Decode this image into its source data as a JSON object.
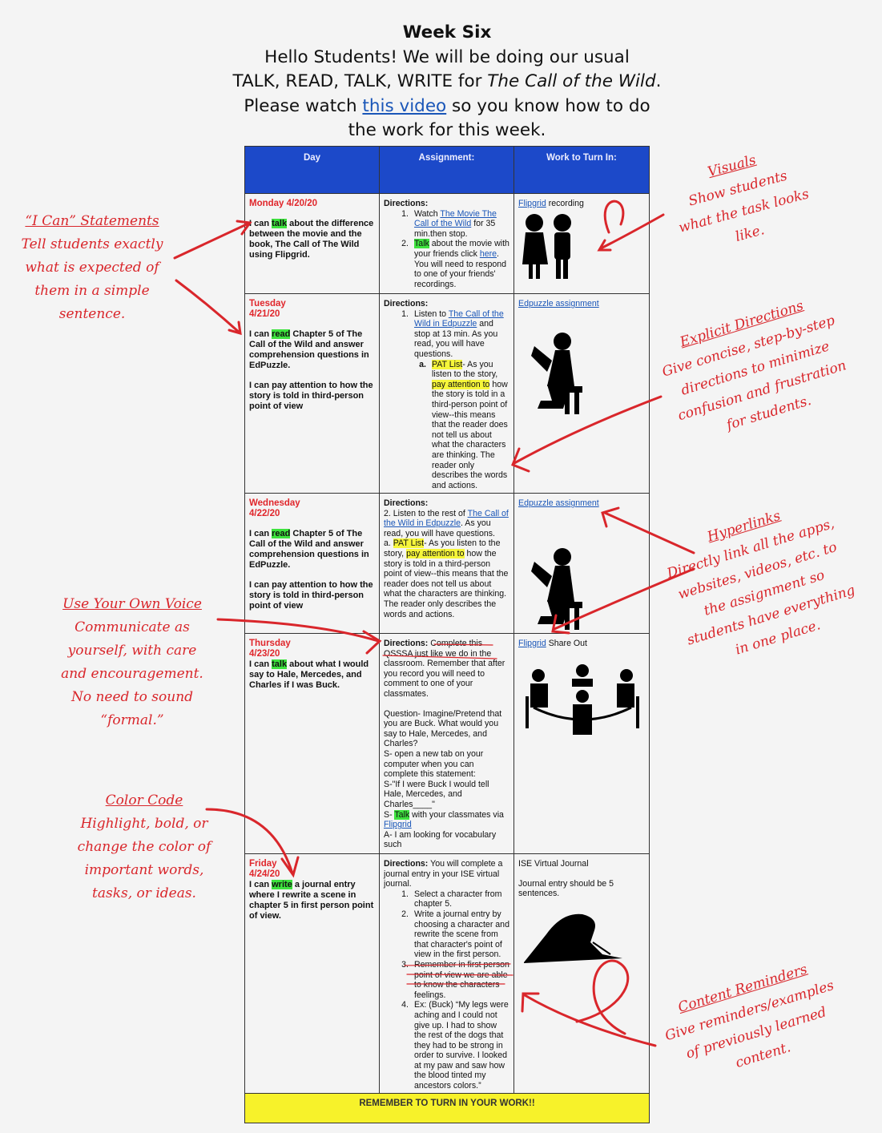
{
  "heading": {
    "title": "Week Six",
    "line1": "Hello Students! We will be doing our usual",
    "line2a": "TALK, READ, TALK, WRITE for ",
    "line2b": "The Call of the Wild",
    "line2c": ".",
    "line3a": "Please watch ",
    "line3link": "this video",
    "line3b": " so you know how to do",
    "line4": "the work for this week."
  },
  "table": {
    "headers": [
      "Day",
      "Assignment:",
      "Work to Turn In:"
    ],
    "footer": "REMEMBER TO TURN IN YOUR WORK!!",
    "rows": [
      {
        "day": "Monday 4/20/20",
        "statements": [
          [
            {
              "t": "I can "
            },
            {
              "t": "talk",
              "s": "hl"
            },
            {
              "t": " about the difference between the movie and the book, The Call of The Wild using Flipgrid."
            }
          ]
        ],
        "assignment": [
          {
            "k": "p",
            "segs": [
              {
                "t": "Directions:",
                "s": "b"
              }
            ]
          },
          {
            "k": "li",
            "n": "1.",
            "segs": [
              {
                "t": "Watch "
              },
              {
                "t": "The Movie The Call of the Wild",
                "s": "lnk"
              },
              {
                "t": " for 35 min.then stop."
              }
            ]
          },
          {
            "k": "li",
            "n": "2.",
            "segs": [
              {
                "t": "Talk",
                "s": "hl"
              },
              {
                "t": " about the movie with your friends click "
              },
              {
                "t": "here",
                "s": "lnk"
              },
              {
                "t": ". You will need to respond to one of your friends' recordings."
              }
            ]
          }
        ],
        "work": [
          {
            "k": "p",
            "segs": [
              {
                "t": "Flipgrid",
                "s": "lnk"
              },
              {
                "t": " recording"
              }
            ]
          }
        ],
        "image": "two-children-silhouette-icon"
      },
      {
        "day": "Tuesday 4/21/20",
        "statements": [
          [
            {
              "t": "I can "
            },
            {
              "t": "read",
              "s": "hl"
            },
            {
              "t": " Chapter 5 of The Call of the Wild and answer comprehension questions in EdPuzzle."
            }
          ],
          [
            {
              "t": "I can pay attention to how the story is told in third-person point of view"
            }
          ]
        ],
        "assignment": [
          {
            "k": "p",
            "segs": [
              {
                "t": "Directions:",
                "s": "b"
              }
            ]
          },
          {
            "k": "li",
            "n": "1.",
            "segs": [
              {
                "t": "Listen to "
              },
              {
                "t": "The Call of the Wild in Edpuzzle",
                "s": "lnk"
              },
              {
                "t": " and stop at 13 min. As you read, you will have questions."
              }
            ]
          },
          {
            "k": "li2",
            "n": "a.",
            "segs": [
              {
                "t": "PAT List",
                "s": "hly"
              },
              {
                "t": "- As you listen to the story, "
              },
              {
                "t": "pay attention to",
                "s": "hly"
              },
              {
                "t": " how the story is told in a third-person point of view--this means that the reader does not tell us about what the characters are thinking. The reader only describes the words and actions."
              }
            ]
          }
        ],
        "work": [
          {
            "k": "p",
            "segs": [
              {
                "t": "Edpuzzle assignment",
                "s": "lnk"
              }
            ]
          }
        ],
        "image": "reading-girl-silhouette-icon"
      },
      {
        "day": "Wednesday 4/22/20",
        "statements": [
          [
            {
              "t": "I can "
            },
            {
              "t": "read",
              "s": "hl"
            },
            {
              "t": " Chapter 5 of The Call of the Wild and answer comprehension questions in EdPuzzle."
            }
          ],
          [
            {
              "t": "I can pay attention to how the story is told in third-person point of view"
            }
          ]
        ],
        "assignment": [
          {
            "k": "p",
            "segs": [
              {
                "t": "Directions:",
                "s": "b"
              }
            ]
          },
          {
            "k": "p",
            "segs": [
              {
                "t": "2.          Listen to the rest of "
              },
              {
                "t": "The Call of the Wild in Edpuzzle",
                "s": "lnk"
              },
              {
                "t": ". As you read, you will have questions."
              }
            ]
          },
          {
            "k": "p",
            "segs": [
              {
                "t": "a.          "
              },
              {
                "t": "PAT List",
                "s": "hly"
              },
              {
                "t": "- As you listen to the story, "
              },
              {
                "t": "pay attention to",
                "s": "hly"
              },
              {
                "t": " how the story is told in a third-person point of view--this means that the reader does not tell us about what the characters are thinking. The reader only describes the words and actions."
              }
            ]
          }
        ],
        "work": [
          {
            "k": "p",
            "segs": [
              {
                "t": "Edpuzzle assignment",
                "s": "lnk"
              }
            ]
          }
        ],
        "image": "reading-girl-silhouette-icon"
      },
      {
        "day": "Thursday 4/23/20",
        "tight": true,
        "statements": [
          [
            {
              "t": "I can "
            },
            {
              "t": "talk",
              "s": "hl"
            },
            {
              "t": " about what I would say to Hale, Mercedes, and Charles if I was Buck."
            }
          ]
        ],
        "assignment": [
          {
            "k": "p",
            "segs": [
              {
                "t": "Directions:",
                "s": "b"
              },
              {
                "t": " Complete this QSSSA just like we do in the classroom. Remember that after you record you will need to comment to one of your classmates."
              }
            ]
          },
          {
            "k": "gap"
          },
          {
            "k": "p",
            "segs": [
              {
                "t": "Question- Imagine/Pretend that you are Buck. What would you say to Hale, Mercedes, and Charles?"
              }
            ]
          },
          {
            "k": "p",
            "segs": [
              {
                "t": "S- open a new tab on your computer when you can complete this statement:"
              }
            ]
          },
          {
            "k": "p",
            "segs": [
              {
                "t": "S-\"If I were Buck I would tell Hale, Mercedes, and Charles____\""
              }
            ]
          },
          {
            "k": "p",
            "segs": [
              {
                "t": "S- "
              },
              {
                "t": "Talk",
                "s": "hl"
              },
              {
                "t": " with your classmates via "
              },
              {
                "t": "Flipgrid",
                "s": "lnk"
              }
            ]
          },
          {
            "k": "p",
            "segs": [
              {
                "t": "A- I am looking for vocabulary such"
              }
            ]
          }
        ],
        "work": [
          {
            "k": "p",
            "segs": [
              {
                "t": "Flipgrid",
                "s": "lnk"
              },
              {
                "t": " Share Out"
              }
            ]
          }
        ],
        "image": "group-table-silhouette-icon"
      },
      {
        "day": "Friday 4/24/20",
        "tight": true,
        "statements": [
          [
            {
              "t": "I can "
            },
            {
              "t": "write",
              "s": "hl"
            },
            {
              "t": " a journal entry where I rewrite a scene in chapter 5 in first person point of view."
            }
          ]
        ],
        "assignment": [
          {
            "k": "p",
            "segs": [
              {
                "t": "Directions:",
                "s": "b"
              },
              {
                "t": " You will complete a journal entry in your ISE virtual journal."
              }
            ]
          },
          {
            "k": "li",
            "n": "1.",
            "segs": [
              {
                "t": "Select a character from chapter 5."
              }
            ]
          },
          {
            "k": "li",
            "n": "2.",
            "segs": [
              {
                "t": "Write a journal entry by choosing a character and rewrite the scene from that character's point of view in the first person."
              }
            ]
          },
          {
            "k": "li",
            "n": "3.",
            "segs": [
              {
                "t": "Remember in first person point of view we are able to know the characters feelings."
              }
            ]
          },
          {
            "k": "li",
            "n": "4.",
            "segs": [
              {
                "t": "Ex: (Buck) “My legs were aching and I could not give up. I had to show the rest of the dogs that they had to be strong in order to survive. I looked at my paw and saw how the blood tinted my ancestors colors.”"
              }
            ]
          }
        ],
        "work": [
          {
            "k": "p",
            "segs": [
              {
                "t": "ISE Virtual Journal"
              }
            ]
          },
          {
            "k": "gap"
          },
          {
            "k": "p",
            "segs": [
              {
                "t": "Journal entry should be 5 sentences."
              }
            ]
          }
        ],
        "image": "writing-child-silhouette-icon"
      }
    ]
  },
  "annotations": {
    "i_can": {
      "title": "“I Can” Statements",
      "lines": [
        "Tell students exactly",
        "what is expected of",
        "them in a simple",
        "sentence."
      ]
    },
    "visuals": {
      "title": "Visuals",
      "lines": [
        "Show students",
        "what the task looks",
        "like."
      ]
    },
    "directions": {
      "title": "Explicit Directions",
      "lines": [
        "Give concise, step-by-step",
        "directions to minimize",
        "confusion and frustration",
        "for students."
      ]
    },
    "voice": {
      "title": "Use Your Own Voice",
      "lines": [
        "Communicate as",
        "yourself, with care",
        "and encouragement.",
        "No need to sound",
        "“formal.”"
      ]
    },
    "hyperlinks": {
      "title": "Hyperlinks",
      "lines": [
        "Directly link all the apps,",
        "websites, videos, etc. to",
        "the assignment so",
        "students have everything",
        "in one place."
      ]
    },
    "color": {
      "title": "Color Code",
      "lines": [
        "Highlight, bold, or",
        "change the color of",
        "important words,",
        "tasks, or ideas."
      ]
    },
    "content": {
      "title": "Content Reminders",
      "lines": [
        "Give reminders/examples",
        "of previously learned",
        "content."
      ]
    }
  },
  "colors": {
    "header_blue": "#1c49c9",
    "annotation_red": "#d9262b",
    "highlight_green": "#3ee33e",
    "highlight_yellow": "#f6f63a",
    "footer_yellow": "#f7f22a"
  }
}
